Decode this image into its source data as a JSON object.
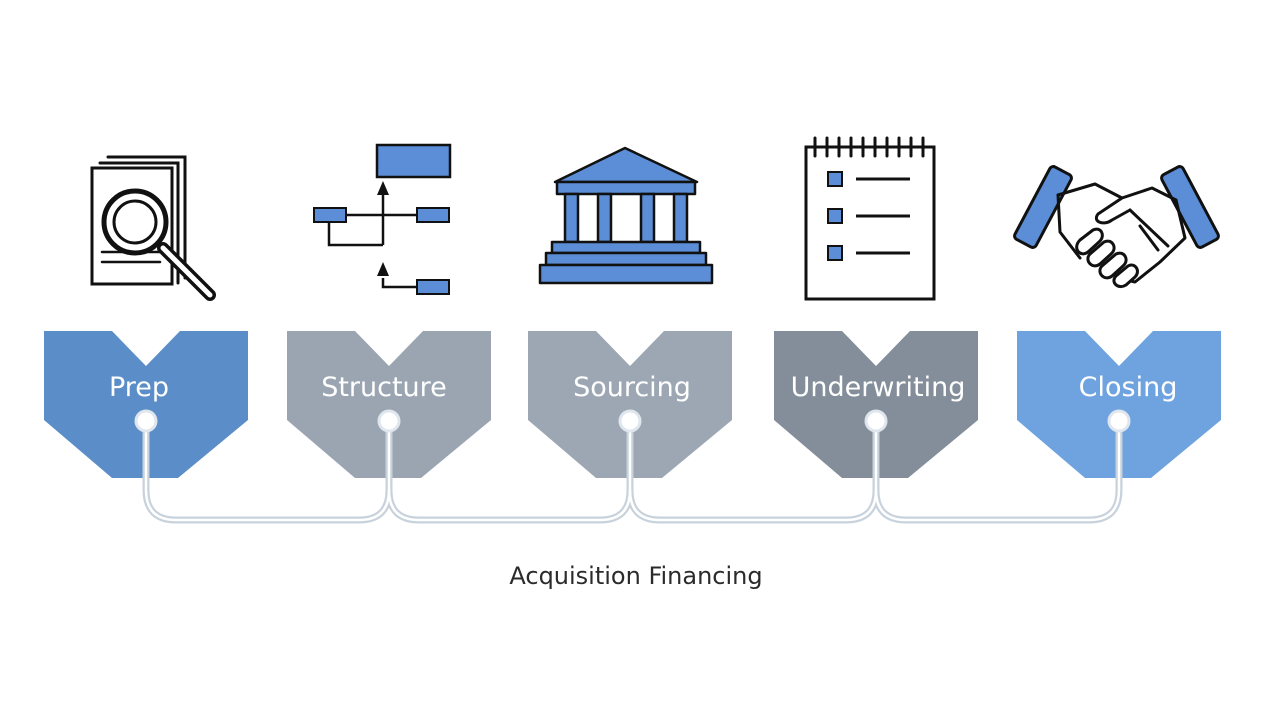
{
  "title": "Acquisition Financing",
  "stages": [
    {
      "label": "Prep",
      "icon": "document-search-icon",
      "color": "#5b8ec8"
    },
    {
      "label": "Structure",
      "icon": "org-structure-icon",
      "color": "#9aa5b1"
    },
    {
      "label": "Sourcing",
      "icon": "bank-building-icon",
      "color": "#9ca7b3"
    },
    {
      "label": "Underwriting",
      "icon": "checklist-notepad-icon",
      "color": "#838e9a"
    },
    {
      "label": "Closing",
      "icon": "handshake-icon",
      "color": "#6fa3df"
    }
  ],
  "colors": {
    "icon_accent": "#5b8ed6",
    "icon_stroke": "#111111",
    "connector": "#c8d2dc"
  }
}
